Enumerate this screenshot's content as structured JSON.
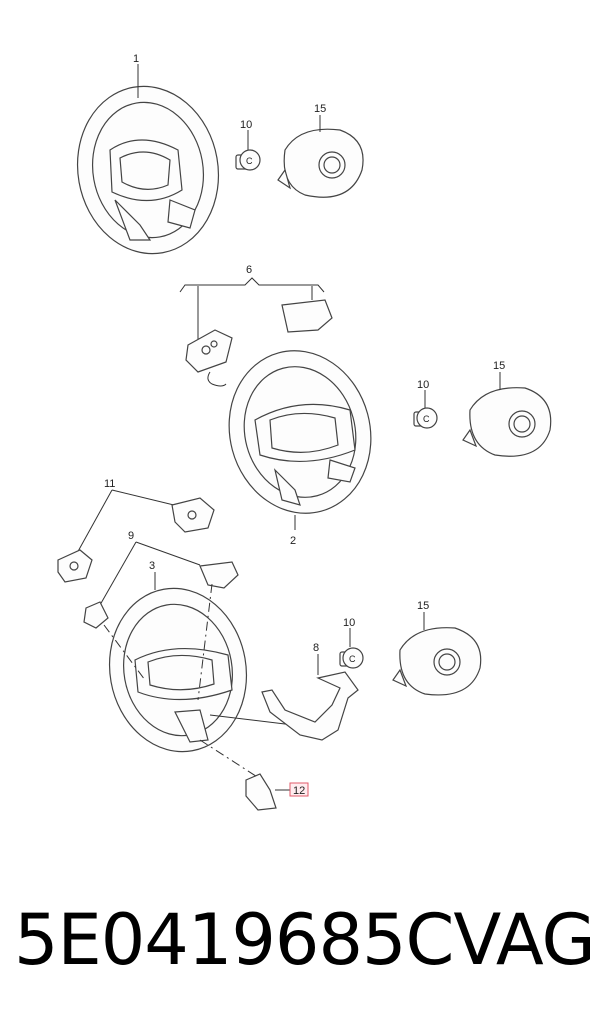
{
  "callouts": {
    "c1": "1",
    "c10a": "10",
    "c15a": "15",
    "c6": "6",
    "c10b": "10",
    "c15b": "15",
    "c2": "2",
    "c11": "11",
    "c9": "9",
    "c3": "3",
    "c10c": "10",
    "c15c": "15",
    "c8": "8",
    "c12": "12"
  },
  "caption": {
    "part_number": "5E0419685C",
    "brand": "VAG"
  },
  "colors": {
    "highlight_box": "#e05a6a",
    "line": "#333333"
  }
}
